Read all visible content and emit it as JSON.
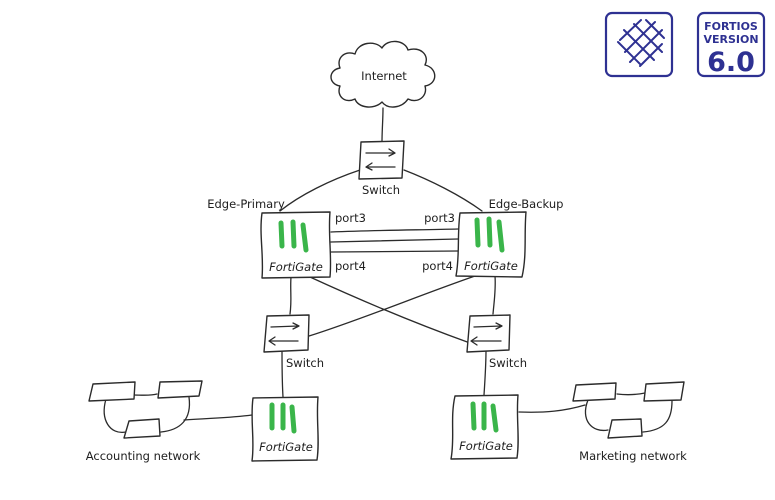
{
  "logos": {
    "fortinet_icon": "fortinet-lattice-icon",
    "version_badge": {
      "line1": "FORTIOS",
      "line2": "VERSION",
      "version": "6.0"
    },
    "color": "#2e3192"
  },
  "colors": {
    "fortigate_bars": "#3ab54a",
    "lines": "#2b2b2b"
  },
  "nodes": {
    "internet": {
      "label": "Internet",
      "icon": "cloud-icon"
    },
    "top_switch": {
      "label": "Switch",
      "icon": "switch-icon"
    },
    "edge_primary": {
      "name": "Edge-Primary",
      "device": "FortiGate",
      "port_a": "port3",
      "port_b": "port4"
    },
    "edge_backup": {
      "name": "Edge-Backup",
      "device": "FortiGate",
      "port_a": "port3",
      "port_b": "port4"
    },
    "left_switch": {
      "label": "Switch",
      "icon": "switch-icon"
    },
    "right_switch": {
      "label": "Switch",
      "icon": "switch-icon"
    },
    "left_fortigate": {
      "device": "FortiGate"
    },
    "right_fortigate": {
      "device": "FortiGate"
    },
    "accounting": {
      "label": "Accounting network"
    },
    "marketing": {
      "label": "Marketing network"
    }
  }
}
